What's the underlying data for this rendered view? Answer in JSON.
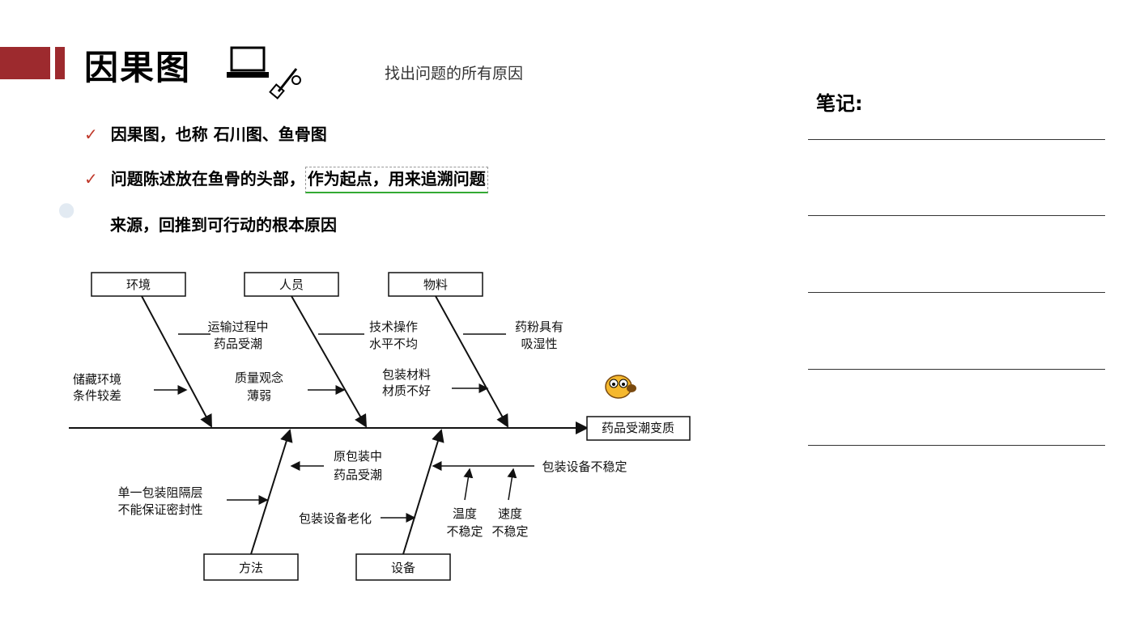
{
  "title": "因果图",
  "subtitle": "找出问题的所有原因",
  "bullets": [
    {
      "text": "因果图，也称 石川图、鱼骨图"
    },
    {
      "prefix": "问题陈述放在鱼骨的头部，",
      "highlight": "作为起点，用来追溯问题"
    },
    {
      "text": "来源，回推到可行动的根本原因"
    }
  ],
  "notes_label": "笔记:",
  "diagram": {
    "head": "药品受潮变质",
    "categories": {
      "environment": "环境",
      "people": "人员",
      "material": "物料",
      "method": "方法",
      "equipment": "设备"
    },
    "causes": {
      "env_1a": "运输过程中",
      "env_1b": "药品受潮",
      "env_2a": "储藏环境",
      "env_2b": "条件较差",
      "ppl_1a": "技术操作",
      "ppl_1b": "水平不均",
      "ppl_2a": "质量观念",
      "ppl_2b": "薄弱",
      "mat_1a": "药粉具有",
      "mat_1b": "吸湿性",
      "mat_2a": "包装材料",
      "mat_2b": "材质不好",
      "met_1a": "原包装中",
      "met_1b": "药品受潮",
      "met_2a": "单一包装阻隔层",
      "met_2b": "不能保证密封性",
      "eq_1": "包装设备不稳定",
      "eq_2": "包装设备老化",
      "eq_3a": "温度",
      "eq_3b": "不稳定",
      "eq_4a": "速度",
      "eq_4b": "不稳定"
    }
  },
  "colors": {
    "accent": "#9d2a2e",
    "check": "#c0392b"
  },
  "icons": [
    "laptop-tools-icon",
    "cartoon-sticker-icon"
  ]
}
